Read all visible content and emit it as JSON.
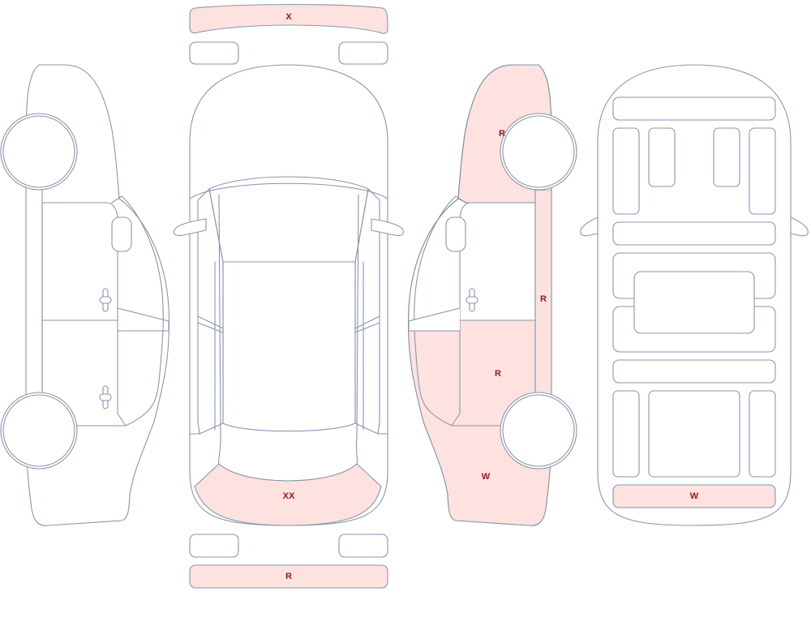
{
  "colors": {
    "outline": "#8a96aa",
    "damage_fill": "#fde2e0",
    "mark_text": "#a0181c",
    "background": "#ffffff"
  },
  "marks": {
    "front_bumper": "X",
    "rear_bumper": "R",
    "rear_window": "XX",
    "right_front_fender": "R",
    "right_sill": "R",
    "right_rear_door": "R",
    "right_rear_quarter": "W",
    "interior_trunk": "W"
  }
}
